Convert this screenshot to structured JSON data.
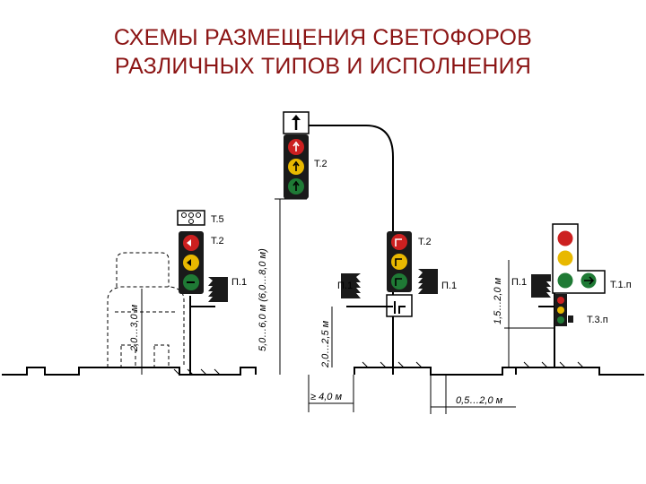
{
  "title": {
    "line1": "СХЕМЫ РАЗМЕЩЕНИЯ СВЕТОФОРОВ",
    "line2": "РАЗЛИЧНЫХ ТИПОВ И ИСПОЛНЕНИЯ"
  },
  "labels": {
    "t5": "Т.5",
    "t2_left": "Т.2",
    "p1_left": "П.1",
    "t2_top": "Т.2",
    "p1_mid_left": "П.1",
    "t2_mid": "Т.2",
    "p1_mid_right": "П.1",
    "p1_right": "П.1",
    "t1p": "Т.1.п",
    "t3p": "Т.3.п"
  },
  "dimensions": {
    "d_bus": "2,0…3,0 м",
    "d_tall": "5,0…6,0 м (6,0…8,0 м)",
    "d_mid": "2,0…2,5 м",
    "d_right": "1,5…2,0 м",
    "d_gap": "≥ 4,0 м",
    "d_offset": "0,5…2,0 м"
  },
  "colors": {
    "title": "#8b1414",
    "red": "#cc2020",
    "yellow": "#e8b800",
    "green": "#1f7a35",
    "housing": "#1a1a1a"
  }
}
